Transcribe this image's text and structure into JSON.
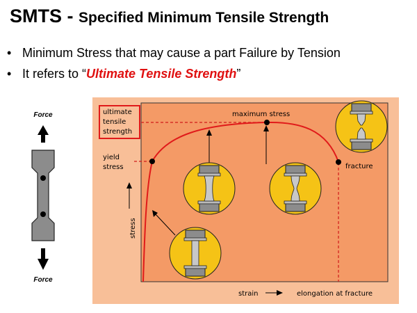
{
  "title": {
    "acronym": "SMTS",
    "dash": "-",
    "subtitle": "Specified Minimum Tensile Strength"
  },
  "bullets": [
    {
      "text": "Minimum Stress that may cause a part Failure by Tension"
    },
    {
      "prefix": "It refers to “",
      "highlight": "Ultimate Tensile Strength",
      "suffix": "”"
    }
  ],
  "specimen": {
    "force_top": "Force",
    "force_bottom": "Force"
  },
  "diagram": {
    "uts_label": [
      "ultimate",
      "tensile",
      "strength"
    ],
    "yield_label": [
      "yield",
      "stress"
    ],
    "max_stress": "maximum stress",
    "fracture": "fracture",
    "stress_axis": "stress",
    "strain_axis": "strain",
    "elongation": "elongation at fracture"
  },
  "colors": {
    "highlight": "#e01010",
    "plot_bg": "#f49a66",
    "curve": "#e01a1a",
    "circle": "#f5c316",
    "specimen": "#8c8c8c"
  }
}
